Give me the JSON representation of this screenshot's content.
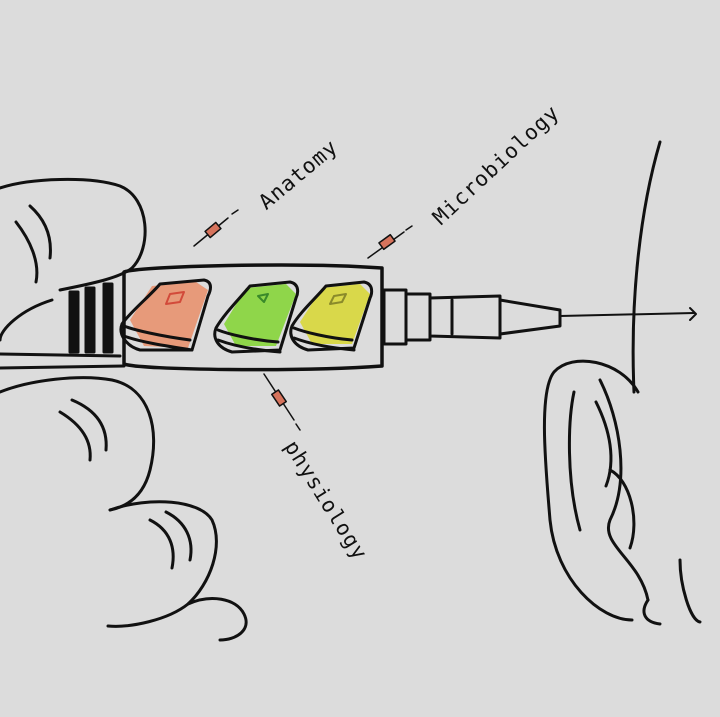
{
  "labels": {
    "anatomy": "Anatomy",
    "microbiology": "Microbiology",
    "physiology": "physiology"
  },
  "colors": {
    "background": "#dcdcdc",
    "ink": "#111111",
    "book_anatomy": "#e79a7a",
    "book_microbiology": "#8fd64a",
    "book_physiology": "#d9d84a",
    "mini_syringe": "#d6735c"
  },
  "icons": [
    "syringe",
    "book",
    "hand",
    "ear",
    "mini-syringe"
  ]
}
